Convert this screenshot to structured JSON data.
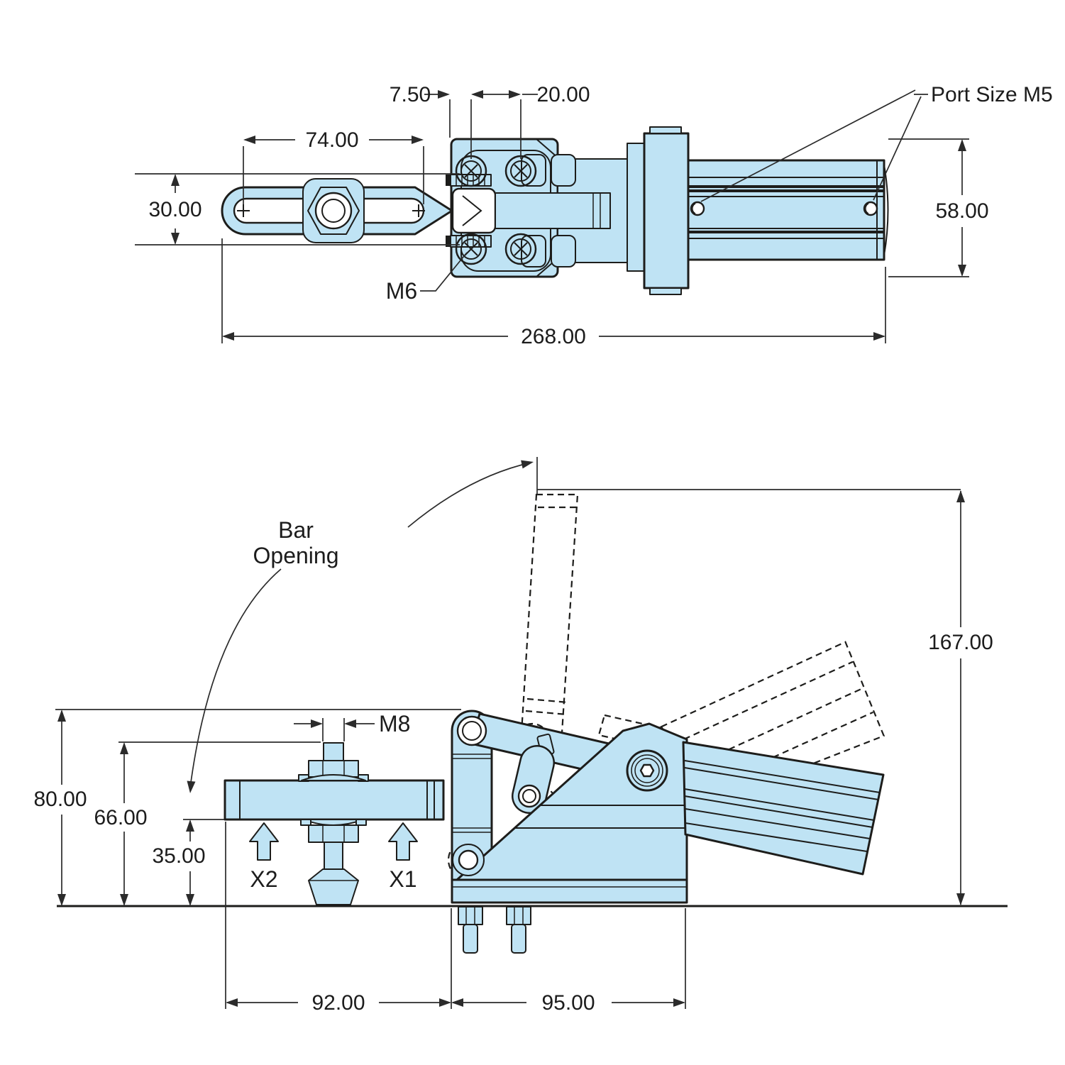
{
  "drawing": {
    "top_view": {
      "dim_offset": "7.50",
      "dim_screw_spacing": "20.00",
      "dim_slot_length": "74.00",
      "dim_bar_width": "30.00",
      "dim_body_height": "58.00",
      "dim_total_length": "268.00",
      "thread_label": "M6",
      "port_label": "Port Size M5"
    },
    "side_view": {
      "dim_total_height": "167.00",
      "dim_height_80": "80.00",
      "dim_height_66": "66.00",
      "dim_height_35": "35.00",
      "dim_base_left": "92.00",
      "dim_base_right": "95.00",
      "thread_label": "M8",
      "sensor_x1": "X1",
      "sensor_x2": "X2",
      "bar_opening_line1": "Bar",
      "bar_opening_line2": "Opening"
    },
    "colors": {
      "part_fill": "#bfe3f4",
      "outline": "#1d1d1b",
      "dim_color": "#2b2b2b",
      "bg": "#ffffff"
    }
  }
}
